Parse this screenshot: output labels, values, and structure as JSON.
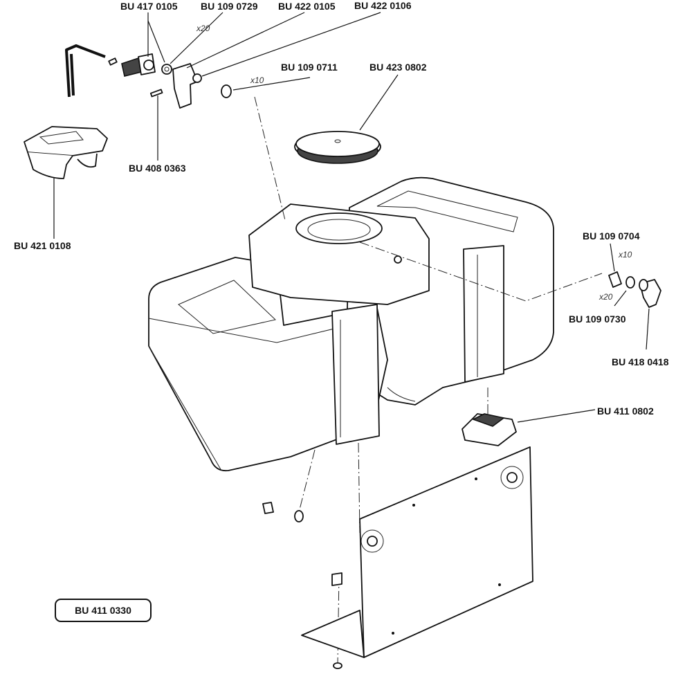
{
  "parts": {
    "p1": "BU 417 0105",
    "p2": "BU 109 0729",
    "p3": "BU 422 0105",
    "p4": "BU 422 0106",
    "p5": "BU 109 0711",
    "p6": "BU 423 0802",
    "p7": "BU 408 0363",
    "p8": "BU 421 0108",
    "p9": "BU 109 0704",
    "p10": "BU 109 0730",
    "p11": "BU 418 0418",
    "p12": "BU 411 0802",
    "p13": "BU 411 0330"
  },
  "quantities": {
    "q_0729": "x20",
    "q_0711": "x10",
    "q_0704": "x10",
    "q_0730": "x20"
  }
}
